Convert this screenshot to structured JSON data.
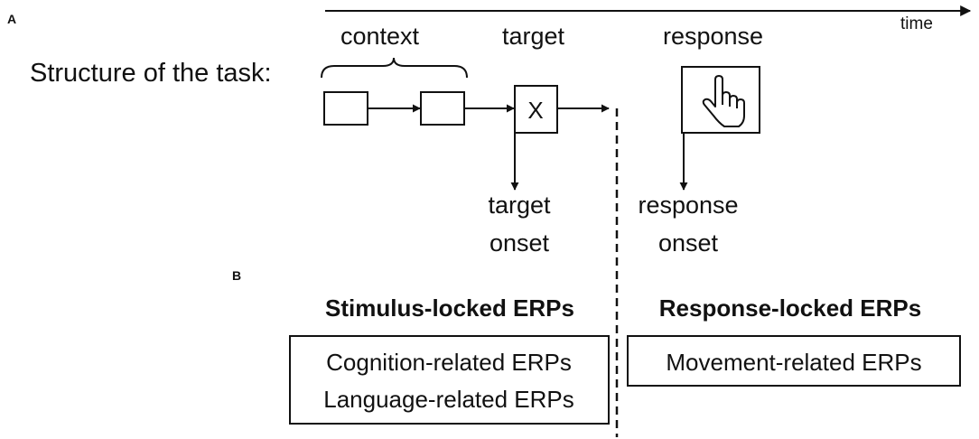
{
  "panel_a": {
    "label": "A",
    "time_label": "time",
    "structure_label": "Structure of the task:",
    "context_label": "context",
    "target_label": "target",
    "target_symbol": "X",
    "response_label": "response",
    "hand_icon": "pointing-hand-icon",
    "target_onset": [
      "target",
      "onset"
    ],
    "response_onset": [
      "response",
      "onset"
    ]
  },
  "panel_b": {
    "label": "B",
    "stimulus_title": "Stimulus-locked ERPs",
    "stimulus_items": [
      "Cognition-related ERPs",
      "Language-related ERPs"
    ],
    "response_title": "Response-locked ERPs",
    "response_items": [
      "Movement-related ERPs"
    ]
  },
  "colors": {
    "ink": "#111111",
    "background": "#ffffff"
  }
}
